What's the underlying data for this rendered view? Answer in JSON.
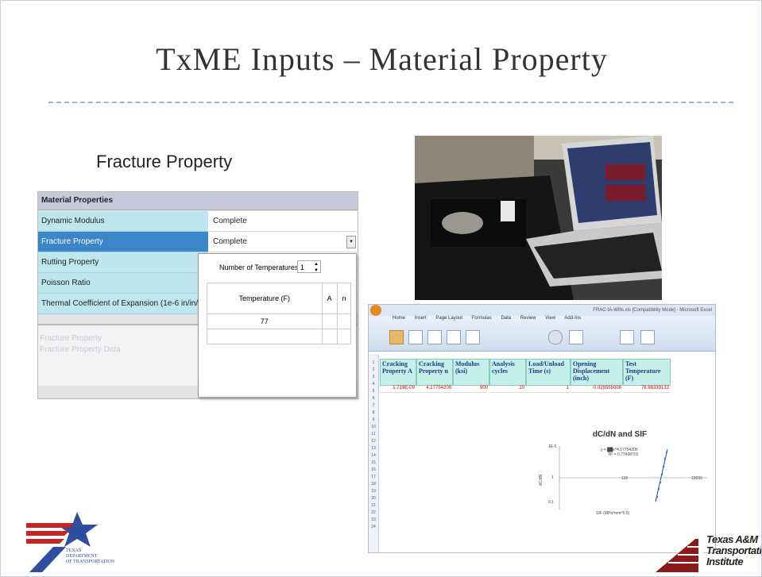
{
  "slide": {
    "title": "TxME Inputs – Material Property",
    "subtitle": "Fracture Property"
  },
  "material_properties": {
    "header": "Material Properties",
    "rows": [
      {
        "label": "Dynamic Modulus",
        "value": "Complete"
      },
      {
        "label": "Fracture Property",
        "value": "Complete"
      },
      {
        "label": "Rutting Property",
        "value": ""
      },
      {
        "label": "Poisson Ratio",
        "value": ""
      },
      {
        "label": "Thermal Coefficient of Expansion (1e-6 in/in/F)",
        "value": ""
      }
    ],
    "lower_items": [
      "Fracture Property",
      "Fracture Property Data"
    ]
  },
  "temperature_popup": {
    "number_label": "Number of Temperatures",
    "number_value": "1",
    "columns": [
      "Temperature (F)",
      "A",
      "n"
    ],
    "rows": [
      [
        "77",
        "",
        ""
      ]
    ]
  },
  "excel": {
    "window_title": "FRAC-IA-Wills.xls [Compatibility Mode] - Microsoft Excel",
    "tabs": [
      "Home",
      "Insert",
      "Page Layout",
      "Formulas",
      "Data",
      "Review",
      "View",
      "Add-Ins"
    ],
    "headers": [
      "Cracking Property A",
      "Cracking Property n",
      "Modulus (ksi)",
      "Analysis cycles",
      "Load/Unload Time (s)",
      "Opening Displacement (inch)",
      "Test Temperature (F)"
    ],
    "values": [
      "1.719E-09",
      "4.17754209",
      "900",
      "10",
      "1",
      "0.025555008",
      "76.98339133"
    ],
    "row_numbers": [
      "1",
      "2",
      "3",
      "4",
      "5",
      "6",
      "7",
      "8",
      "9",
      "10",
      "11",
      "12",
      "13",
      "14",
      "15",
      "16",
      "17",
      "18",
      "19",
      "20",
      "21",
      "22",
      "23",
      "24"
    ]
  },
  "embedded_chart": {
    "title": "dC/dN and SIF",
    "equation": "y = ██x^4.17754209",
    "r2": "R² = 0.77438702",
    "ylabel": "dC/dN",
    "xlabel": "SIF (MPa*mm^0.5)",
    "y_ticks": [
      "1E-5",
      "1",
      "0.1"
    ],
    "x_ticks": [
      "100",
      "10000"
    ]
  },
  "logos": {
    "left_text": [
      "TEXAS",
      "DEPARTMENT",
      "OF TRANSPORTATION"
    ],
    "right_text": [
      "Texas A&M",
      "Transportation",
      "Institute"
    ]
  },
  "colors": {
    "row_bg": "#bfe6ef",
    "selected_row": "#3a86c8",
    "rule": "#9ab4d4",
    "excel_header": "#c6efe9",
    "excel_value": "#cc0000"
  }
}
